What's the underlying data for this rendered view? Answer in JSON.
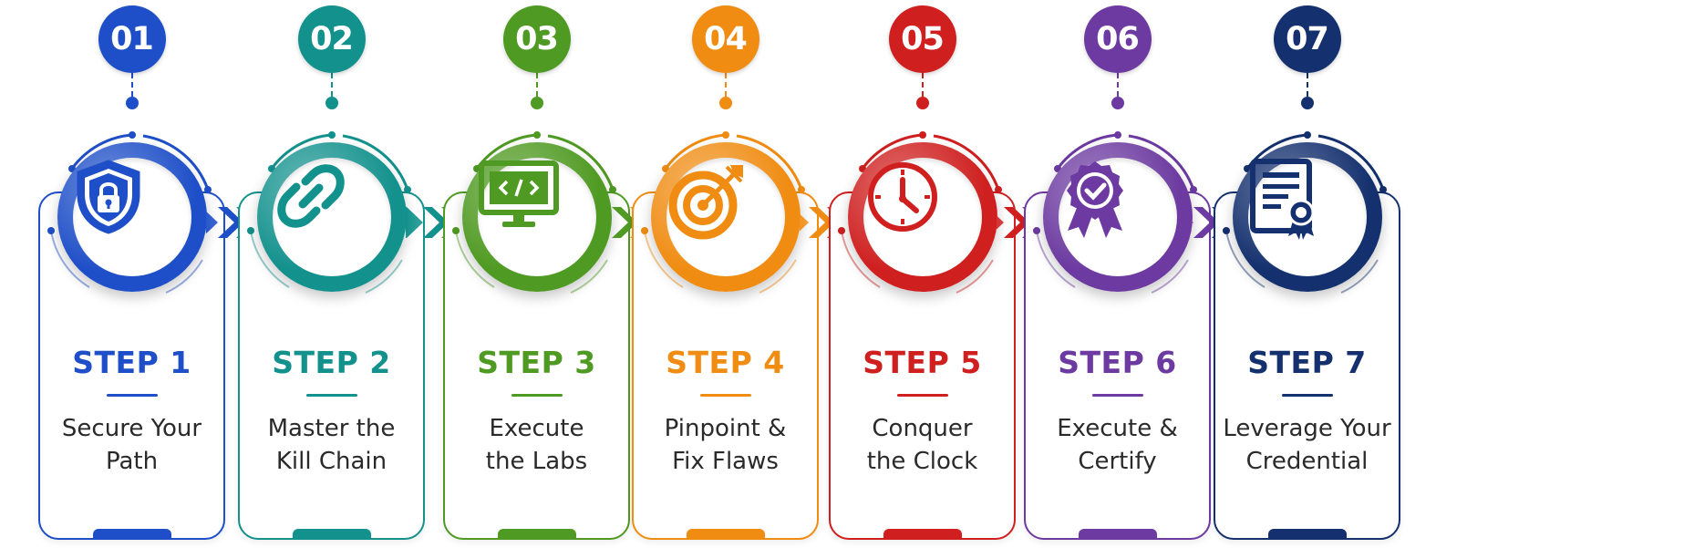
{
  "steps": [
    {
      "number": "01",
      "title": "STEP 1",
      "desc_line1": "Secure Your",
      "desc_line2": "Path",
      "color": "#1f4fc8",
      "icon": "shield-lock-icon"
    },
    {
      "number": "02",
      "title": "STEP 2",
      "desc_line1": "Master the",
      "desc_line2": "Kill Chain",
      "color": "#13918d",
      "icon": "chain-link-icon"
    },
    {
      "number": "03",
      "title": "STEP 3",
      "desc_line1": "Execute",
      "desc_line2": "the Labs",
      "color": "#4f9a22",
      "icon": "code-monitor-icon"
    },
    {
      "number": "04",
      "title": "STEP 4",
      "desc_line1": "Pinpoint &",
      "desc_line2": "Fix Flaws",
      "color": "#f08c12",
      "icon": "target-icon"
    },
    {
      "number": "05",
      "title": "STEP 5",
      "desc_line1": "Conquer",
      "desc_line2": "the Clock",
      "color": "#cf1f1f",
      "icon": "clock-icon"
    },
    {
      "number": "06",
      "title": "STEP 6",
      "desc_line1": "Execute &",
      "desc_line2": "Certify",
      "color": "#6c3aa0",
      "icon": "award-badge-icon"
    },
    {
      "number": "07",
      "title": "STEP 7",
      "desc_line1": "Leverage Your",
      "desc_line2": "Credential",
      "color": "#14306e",
      "icon": "certificate-icon"
    }
  ]
}
